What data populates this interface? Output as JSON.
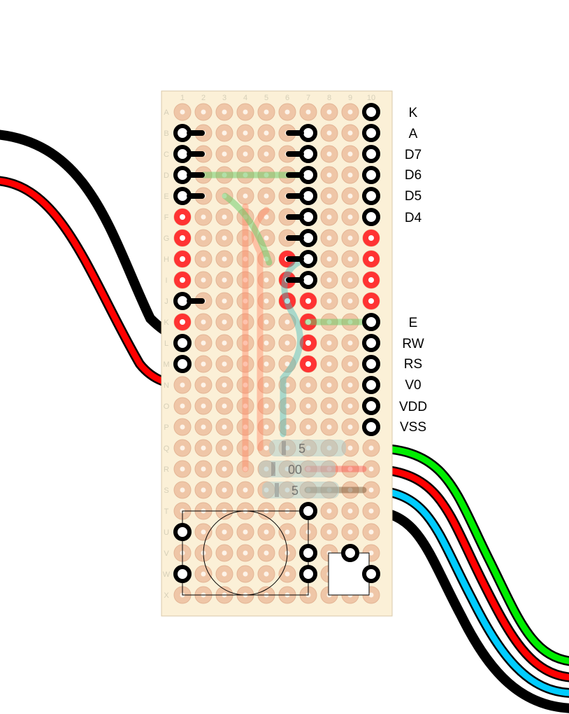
{
  "colors": {
    "board": "#fbf0d7",
    "board_edge": "#d9c9a8",
    "pad": "#efc6a7",
    "pad_edge": "#e3b595",
    "pad_hole": "#fdf3e8",
    "wire_black": "#000000",
    "wire_red": "#ff0000",
    "wire_green": "#00ee00",
    "wire_lightgreen": "#99ff99",
    "wire_lime": "#66ff66",
    "wire_darkgreen": "#006600",
    "wire_midgreen": "#009933",
    "wire_cyan": "#00ccff",
    "wire_purple": "#cc66ff",
    "wire_pink": "#ff3366",
    "wire_brown": "#7a5a3a",
    "red_pad": "#ff3333"
  },
  "board": {
    "column_labels": [
      "1",
      "2",
      "3",
      "4",
      "5",
      "6",
      "7",
      "8",
      "9",
      "10"
    ],
    "row_labels": [
      "A",
      "B",
      "C",
      "D",
      "E",
      "F",
      "G",
      "H",
      "I",
      "J",
      "K",
      "L",
      "M",
      "N",
      "O",
      "P",
      "Q",
      "R",
      "S",
      "T",
      "U",
      "V",
      "W",
      "X"
    ]
  },
  "lcd_pins": {
    "K": "K",
    "A": "A",
    "D7": "D7",
    "D6": "D6",
    "D5": "D5",
    "D4": "D4",
    "E": "E",
    "RW": "RW",
    "RS": "RS",
    "V0": "V0",
    "VDD": "VDD",
    "VSS": "VSS"
  },
  "resistor_labels": {
    "r1": "5",
    "r2": "00",
    "r3": "5"
  }
}
